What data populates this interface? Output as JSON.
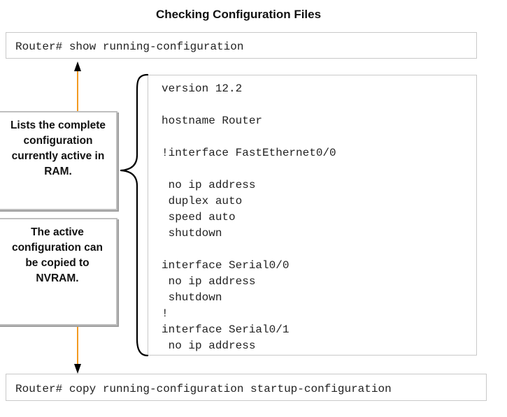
{
  "title": "Checking Configuration Files",
  "commands": {
    "show": "Router# show running-configuration",
    "copy": "Router# copy running-configuration startup-configuration"
  },
  "config_lines": [
    "version 12.2",
    "hostname Router",
    "!interface FastEthernet0/0",
    " no ip address",
    " duplex auto",
    " speed auto",
    " shutdown",
    "interface Serial0/0",
    " no ip address",
    " shutdown",
    "!",
    "interface Serial0/1",
    " no ip address"
  ],
  "callouts": {
    "lists": "Lists the complete configuration currently active in RAM.",
    "copy": "The active configuration can be copied to NVRAM."
  },
  "colors": {
    "arrow": "#f39a21",
    "brace": "#000000",
    "box_border": "#c9c9c9"
  }
}
